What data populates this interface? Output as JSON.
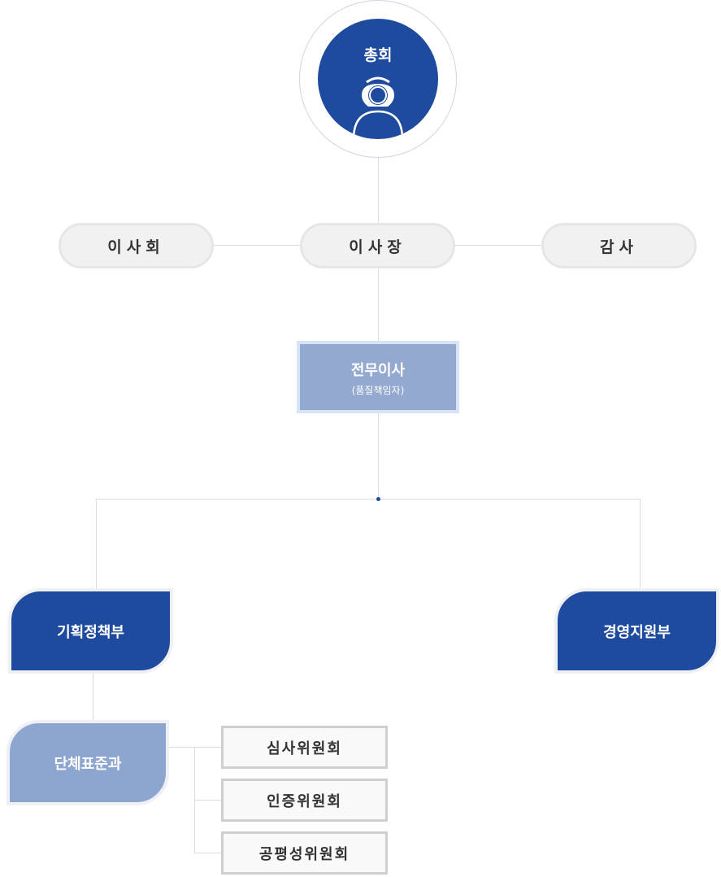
{
  "general_assembly": {
    "label": "총회",
    "icon": "person-headset-icon"
  },
  "board": {
    "label": "이사회"
  },
  "chairman": {
    "label": "이사장"
  },
  "auditor": {
    "label": "감사"
  },
  "executive": {
    "label": "전무이사",
    "sub": "(품질책임자)"
  },
  "departments": [
    {
      "label": "기획정책부"
    },
    {
      "label": "경영지원부"
    }
  ],
  "division": {
    "label": "단체표준과"
  },
  "committees": [
    {
      "label": "심사위원회"
    },
    {
      "label": "인증위원회"
    },
    {
      "label": "공평성위원회"
    }
  ],
  "colors": {
    "primary": "#1e4b9e",
    "secondary": "#8da6d0",
    "exec": "#93a9d0"
  }
}
